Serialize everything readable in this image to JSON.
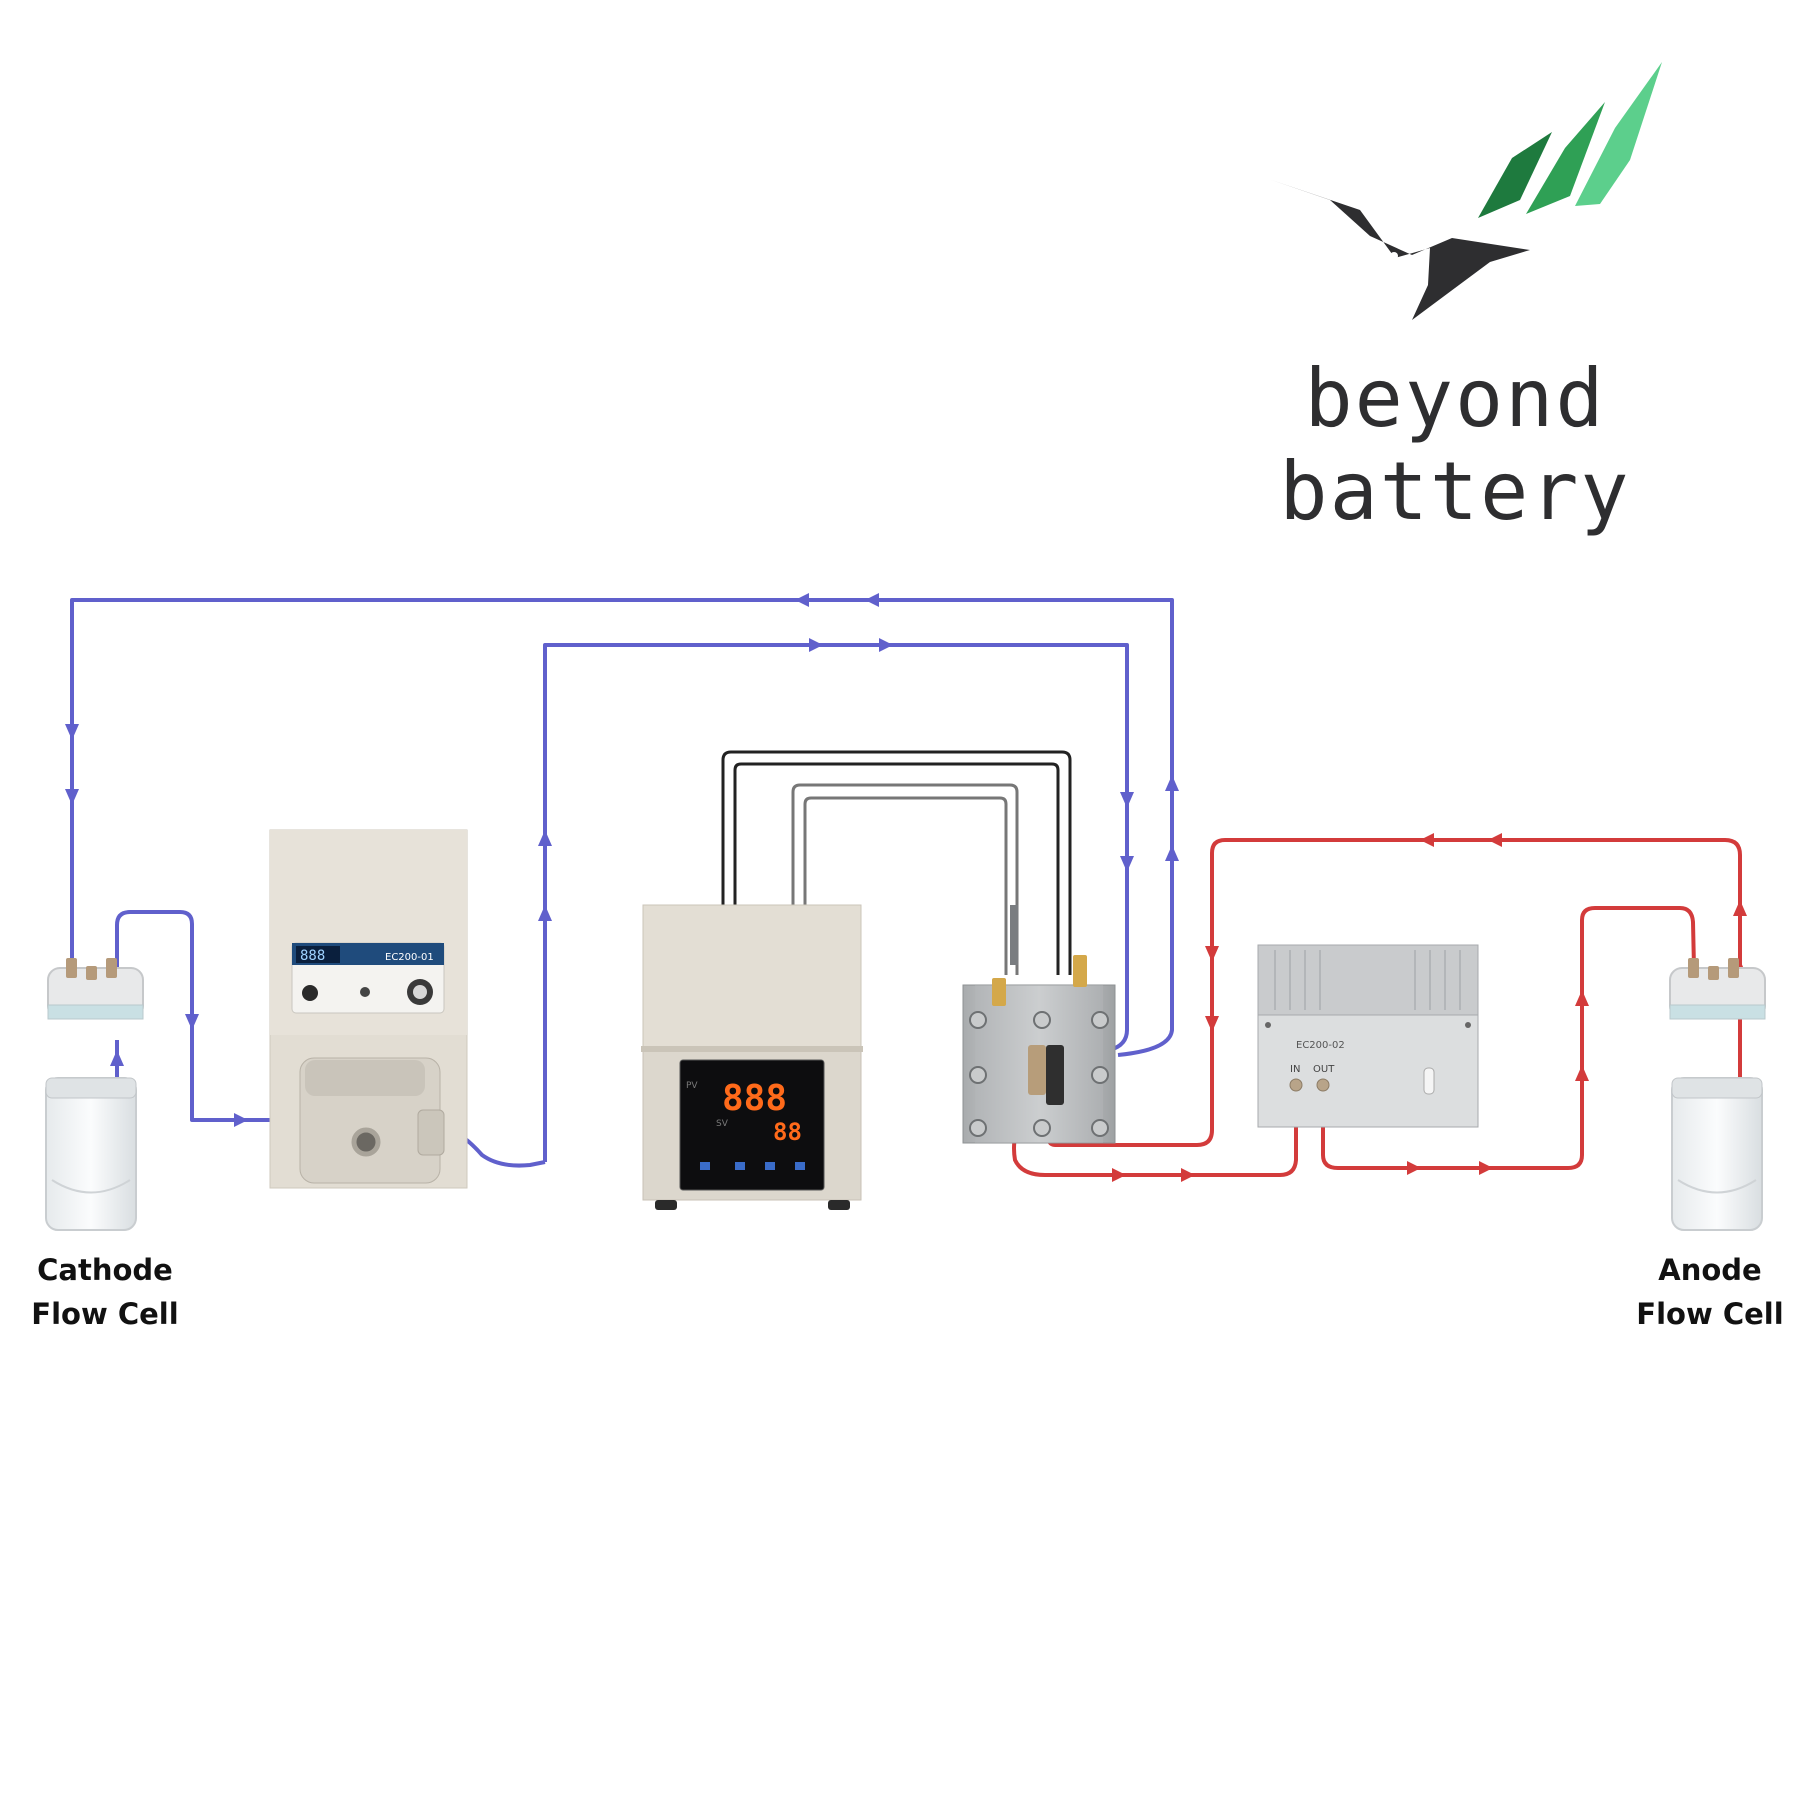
{
  "brand": {
    "name": "beyond battery",
    "colors": {
      "dark": "#2e2e30",
      "green_dark": "#1e7a3e",
      "green_mid": "#2fa055",
      "green_light": "#5ccf8c"
    }
  },
  "labels": {
    "cathode_line1": "Cathode",
    "cathode_line2": "Flow Cell",
    "anode_line1": "Anode",
    "anode_line2": "Flow Cell"
  },
  "pump": {
    "model": "EC200-01",
    "display": "888"
  },
  "temperature_controller": {
    "pv_label": "PV",
    "sv_label": "SV",
    "pv_display": "888",
    "sv_display": "88"
  },
  "heater_unit": {
    "model": "EC200-02",
    "in_label": "IN",
    "out_label": "OUT"
  },
  "loops": {
    "cathode_color": "#6060cc",
    "anode_color": "#d33b3b",
    "wire_color": "#222222"
  }
}
